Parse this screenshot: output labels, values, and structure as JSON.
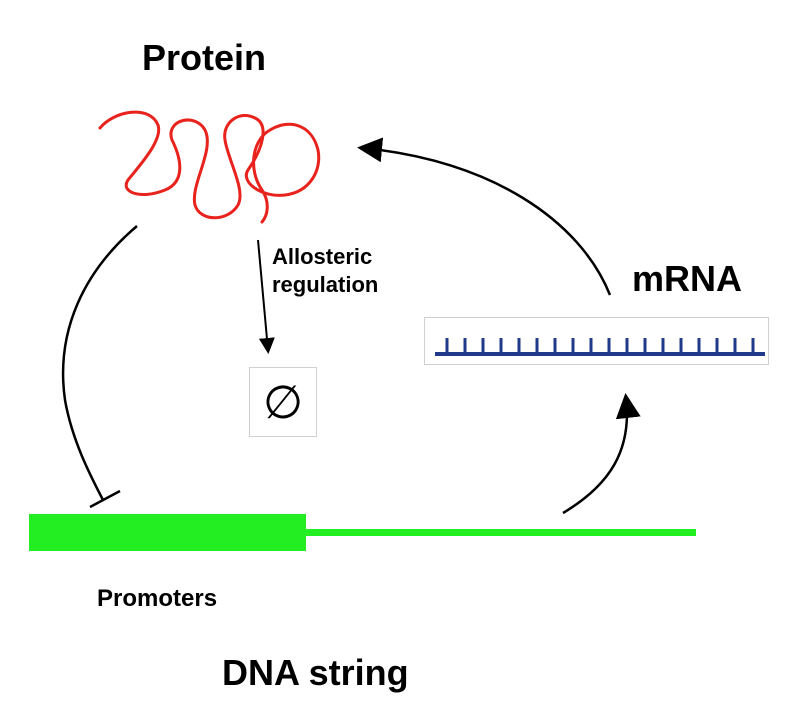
{
  "labels": {
    "protein": "Protein",
    "mrna": "mRNA",
    "allosteric_line1": "Allosteric",
    "allosteric_line2": "regulation",
    "promoters": "Promoters",
    "dna": "DNA string",
    "empty_set": "∅"
  },
  "colors": {
    "protein": "#e8221c",
    "dna": "#22ee22",
    "mrna": "#1f3a8a",
    "arrows": "#000000"
  },
  "mrna_tick_count": 18
}
